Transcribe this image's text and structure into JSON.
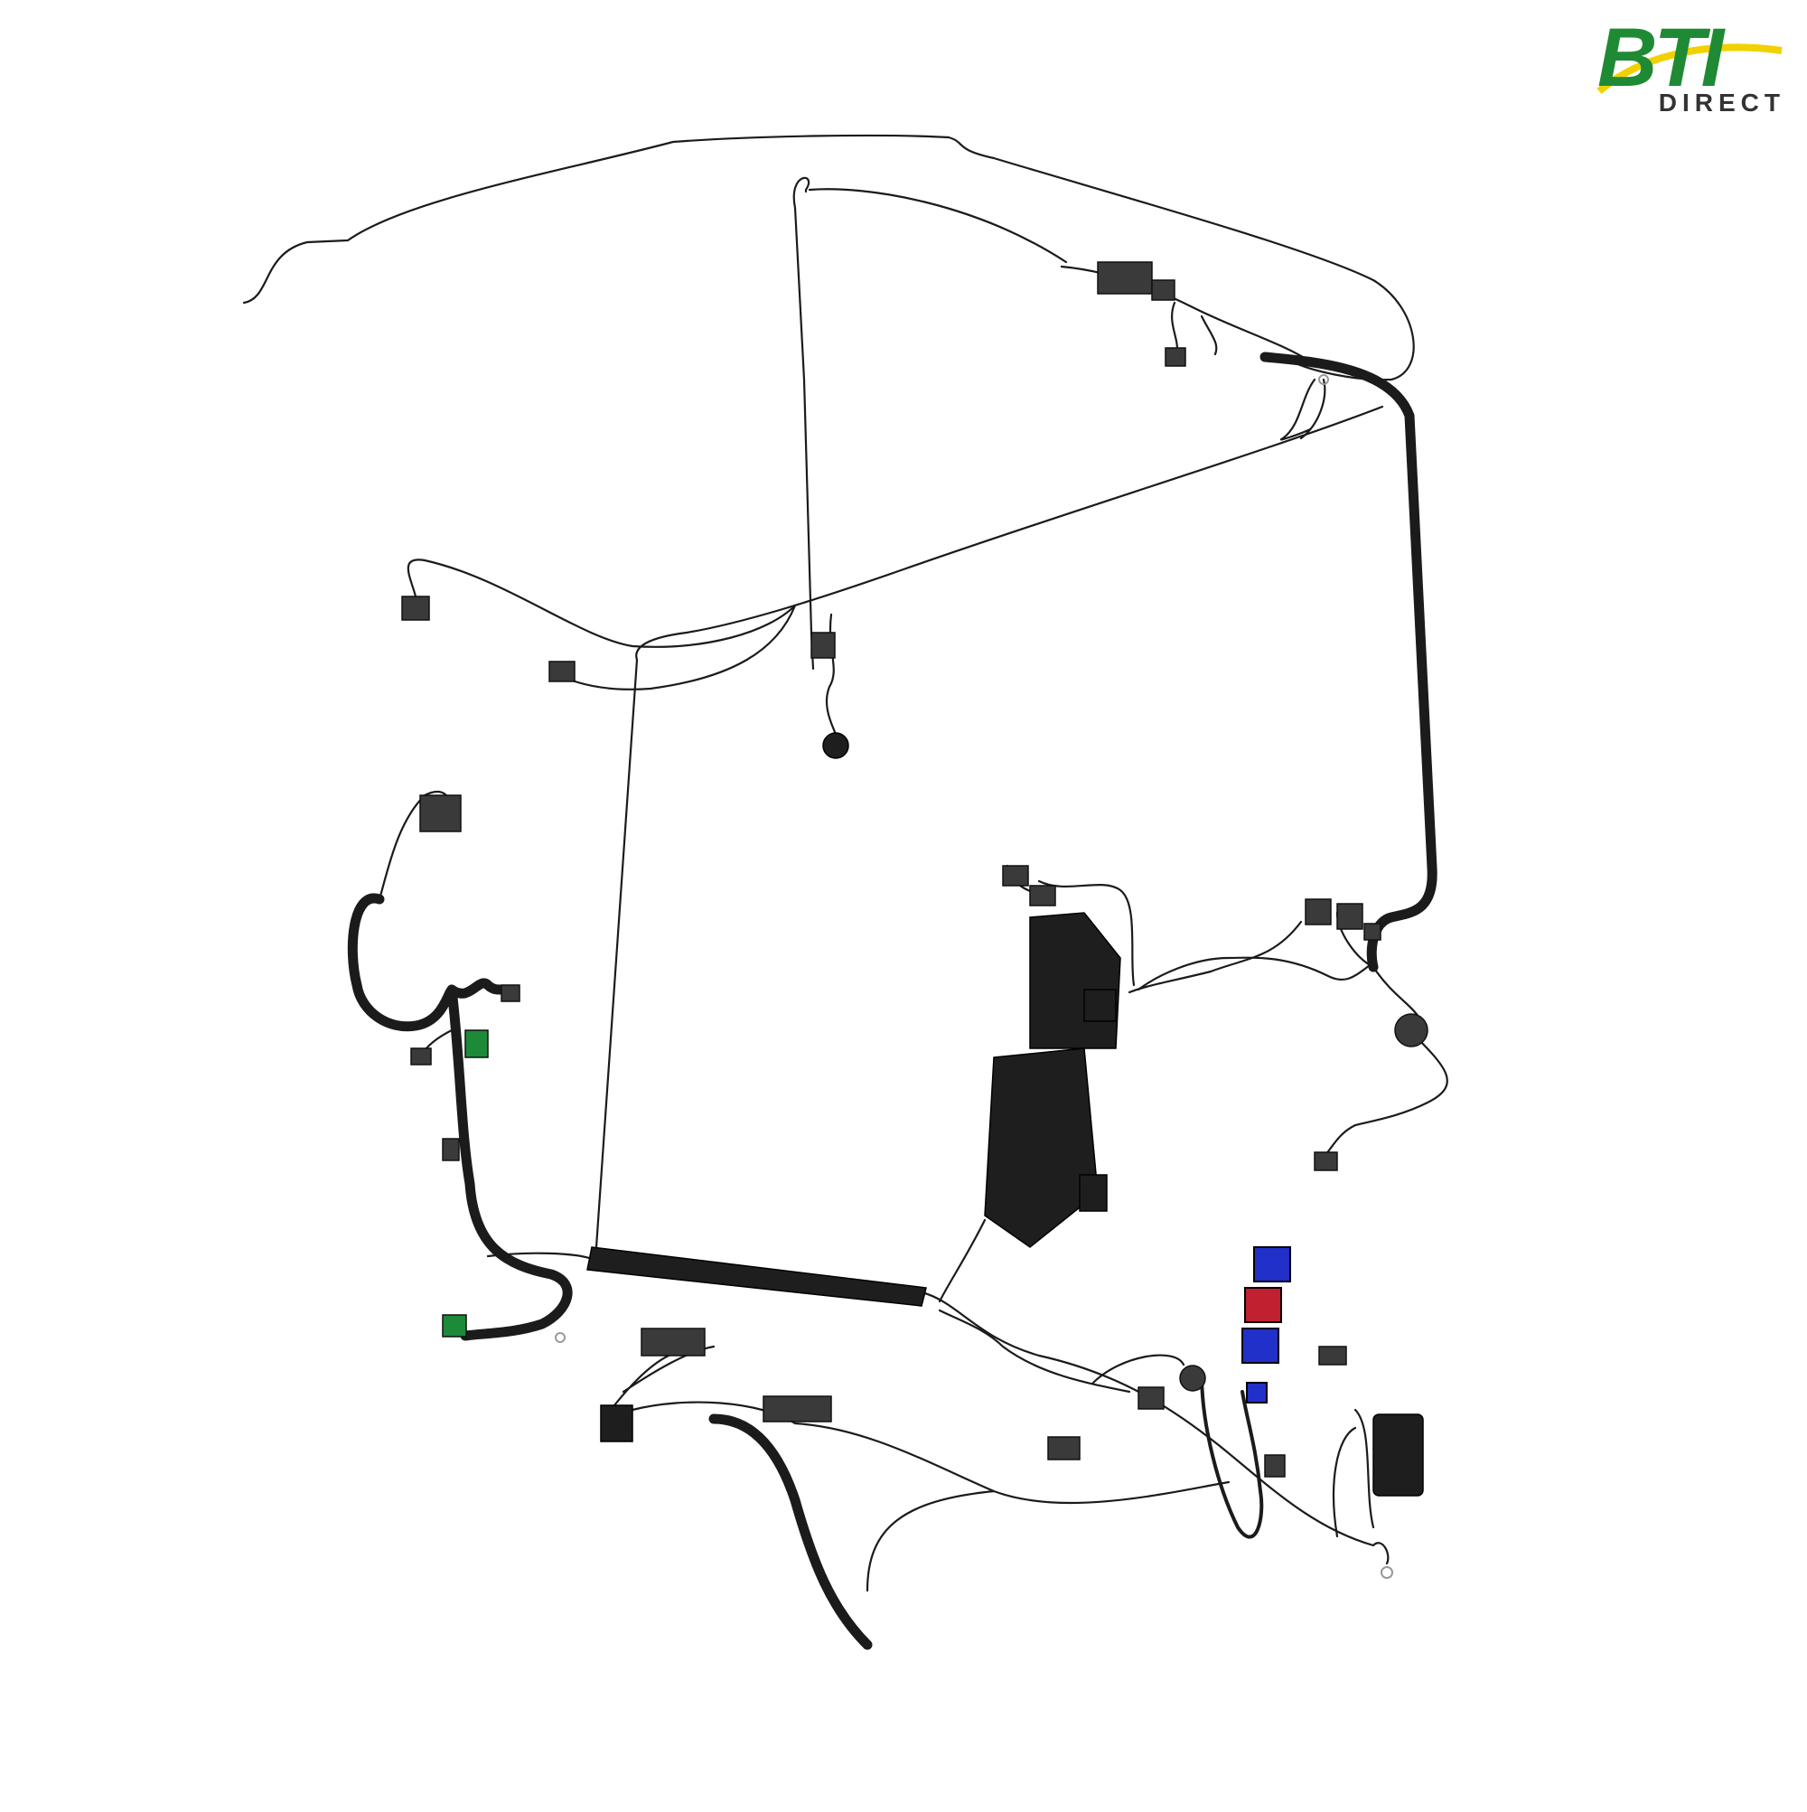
{
  "logo": {
    "wordmark": "BTI",
    "subtitle": "DIRECT",
    "colors": {
      "green": "#1f8a34",
      "yellow": "#f2d100",
      "dark": "#333333"
    }
  },
  "image": {
    "subject": "wiring-harness-exploded-view",
    "colors": {
      "wire": "#1b1b1b",
      "connector": "#3a3a3a",
      "fuse_box": "#1e1e1e",
      "blue_relay": "#2030c8",
      "red_relay": "#c02030",
      "green_connector": "#1d8a3a",
      "background": "#ffffff"
    }
  }
}
